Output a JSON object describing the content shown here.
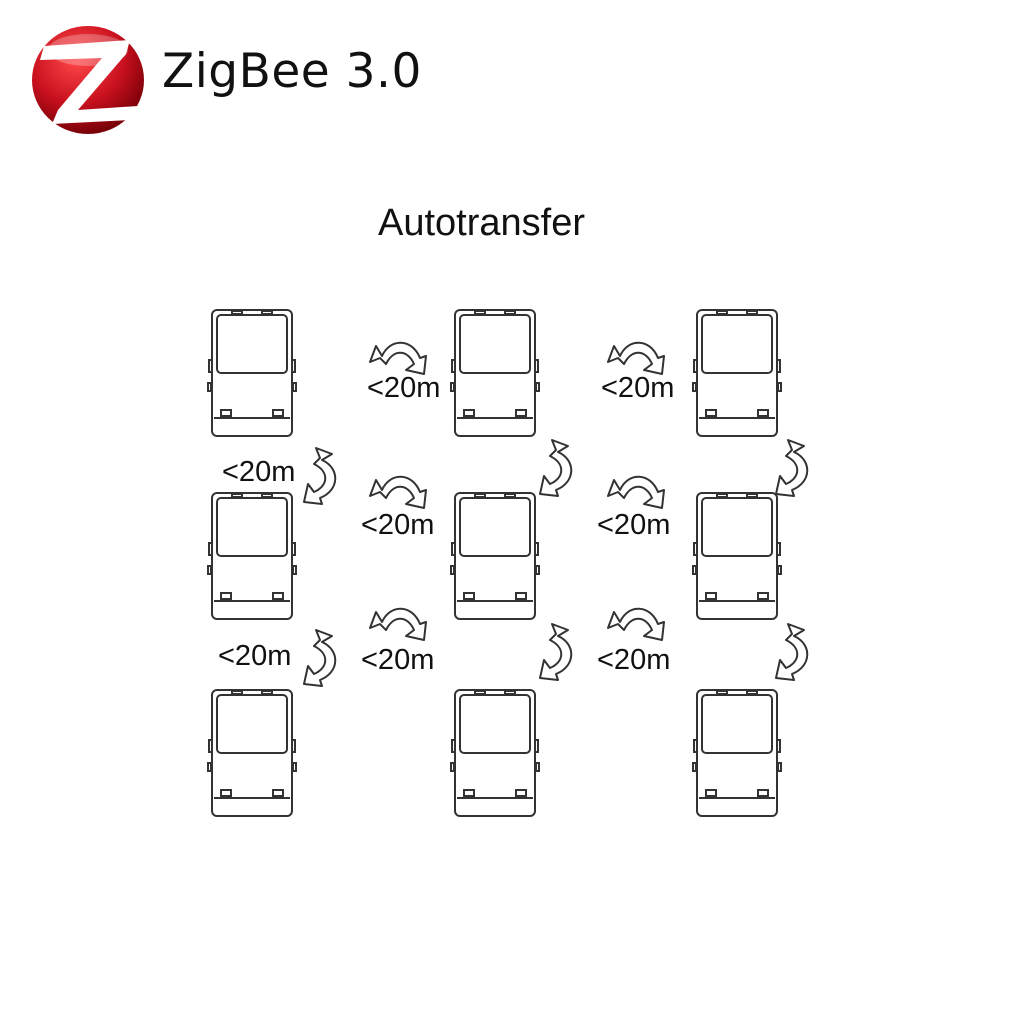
{
  "brand": {
    "name": "ZigBee 3.0",
    "logo_color": "#c8101e"
  },
  "diagram": {
    "title": "Autotransfer",
    "distance_labels": [
      "<20m",
      "<20m",
      "<20m",
      "<20m",
      "<20m",
      "<20m",
      "<20m",
      "<20m"
    ],
    "grid": {
      "rows": 3,
      "columns": 3
    }
  }
}
